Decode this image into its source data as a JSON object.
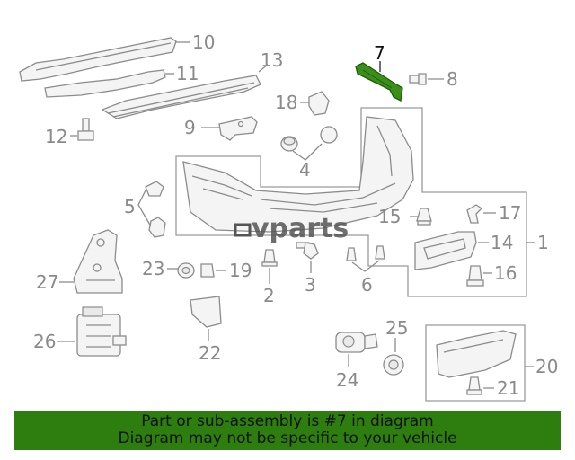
{
  "labels": {
    "p1": "1",
    "p2": "2",
    "p3": "3",
    "p4": "4",
    "p5": "5",
    "p6": "6",
    "p7": "7",
    "p8": "8",
    "p9": "9",
    "p10": "10",
    "p11": "11",
    "p12": "12",
    "p13": "13",
    "p14": "14",
    "p15": "15",
    "p16": "16",
    "p17": "17",
    "p18": "18",
    "p19": "19",
    "p20": "20",
    "p21": "21",
    "p22": "22",
    "p23": "23",
    "p24": "24",
    "p25": "25",
    "p26": "26",
    "p27": "27"
  },
  "watermark": {
    "text": "vparts"
  },
  "banner": {
    "line1": "Part or sub-assembly is #7 in diagram",
    "line2": "Diagram may not be specific to your vehicle"
  },
  "colors": {
    "highlight_part": "#3a8f1a",
    "banner_background": "#2e7d0f",
    "label_gray": "#8a8a8a"
  }
}
